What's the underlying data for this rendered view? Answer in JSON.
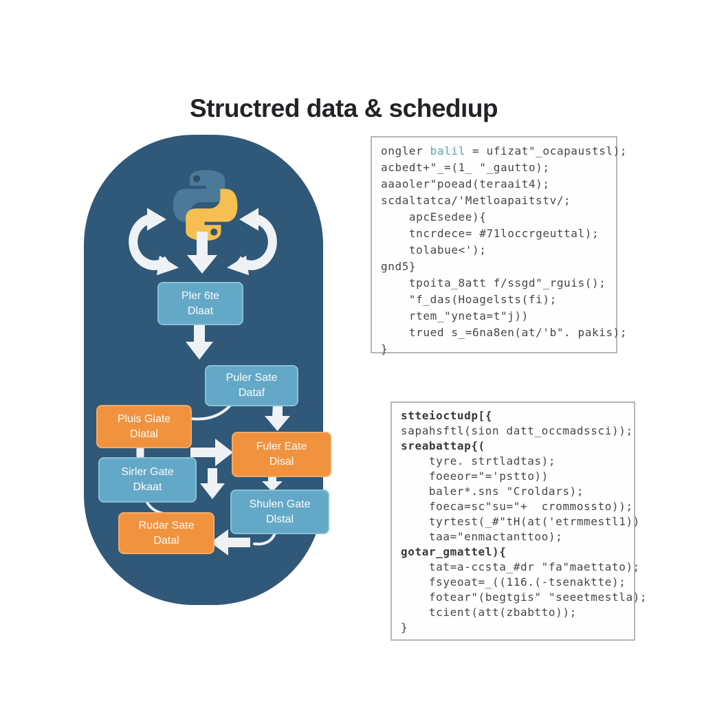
{
  "title": "Structred data & schedıup",
  "diagram": {
    "container_color": "#305878",
    "arrow_color": "#eef2f4",
    "box_blue_color": "#63a8c6",
    "box_orange_color": "#f0923e",
    "python_logo_blue": "#4b7a99",
    "python_logo_yellow": "#f5bf51",
    "boxes": [
      {
        "line1": "Pler 6te",
        "line2": "Dlaat"
      },
      {
        "line1": "Puler Sate",
        "line2": "Dataf"
      },
      {
        "line1": "Pluis Giate",
        "line2": "Diatal"
      },
      {
        "line1": "Sirler Gate",
        "line2": "Dkaat"
      },
      {
        "line1": "Fuler Eate",
        "line2": "Disal"
      },
      {
        "line1": "Shulen Gate",
        "line2": "Dlstal"
      },
      {
        "line1": "Rudar Sate",
        "line2": "Datal"
      }
    ]
  },
  "code_panel_style": {
    "border_color": "#b3b6b9",
    "text_color": "#43474b",
    "accent_teal": "#55a5b2"
  },
  "code_block_1": {
    "lines": [
      {
        "parts": [
          {
            "t": "ongler "
          },
          {
            "t": "balil",
            "c": "teal"
          },
          {
            "t": " = ufizat\"_ocapaustsl);"
          }
        ]
      },
      "acbedt+\"_=(1_ \"_gautto);",
      "aaaoler\"poead(teraait4);",
      "scdaltatca/'Metloapaitstv/;",
      "    apcEsedee){",
      "    tncrdece= #71loccrgeuttal);",
      "    tolabue<');",
      "gnd5}",
      "    tpoita_8att f/ssgd\"_rguis();",
      "    \"f_das(Hoagelsts(fi);",
      "    rtem_\"yneta=t\"j))",
      "    trued s_=6na8en(at/'b\". pakis);",
      "}"
    ]
  },
  "code_block_2": {
    "lines": [
      {
        "t": "stteioctudp[{",
        "b": true
      },
      "sapahsftl(sion datt_occmadssci));",
      {
        "t": "sreabattap{(",
        "b": true
      },
      "    tyre. strtladtas);",
      "    foeeor=\"='pstto))",
      "    baler*.sns \"Croldars);",
      "    foeca=sc\"su=\"+  crommossto));",
      "    tyrtest(_#\"tH(at('etrmmestl1))",
      "    taa=\"enmactanttoo);",
      {
        "t": "gotar_gmattel){",
        "b": true
      },
      "    tat=a-ccsta_#dr \"fa\"maettato);",
      "    fsyeoat=_((116.(-tsenaktte);",
      "    fotear\"(begtgis\" \"seeetmestla);",
      "    tcient(att(zbabtto));",
      "}"
    ]
  }
}
